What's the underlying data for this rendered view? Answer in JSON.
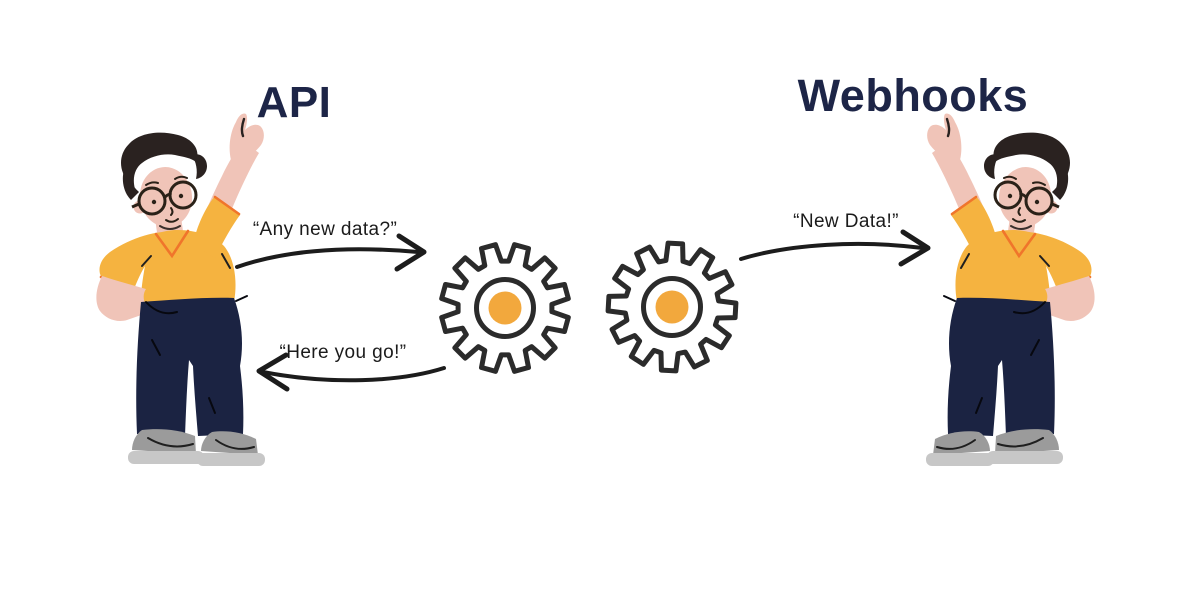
{
  "diagram": {
    "description": "API vs Webhooks illustration",
    "api_side": {
      "title": "API",
      "request_label": "“Any new data?”",
      "response_label": "“Here you go!”"
    },
    "webhooks_side": {
      "title": "Webhooks",
      "push_label": "“New Data!”"
    },
    "icons": [
      "gear-icon",
      "gear-icon"
    ],
    "colors": {
      "background": "#ffffff",
      "title_navy": "#1d2547",
      "text_black": "#1b1b1b",
      "arrow_black": "#1c1c1c",
      "gear_outline": "#2b2b2b",
      "gear_center_orange": "#f2a83d",
      "shirt_yellow": "#f5b340",
      "shirt_trim_orange": "#f0752b",
      "skin": "#f0c4b8",
      "hair": "#2a2220",
      "pants_navy": "#1b2342",
      "shoe_gray": "#9b9b9b",
      "sole_gray": "#c7c7c7"
    }
  }
}
